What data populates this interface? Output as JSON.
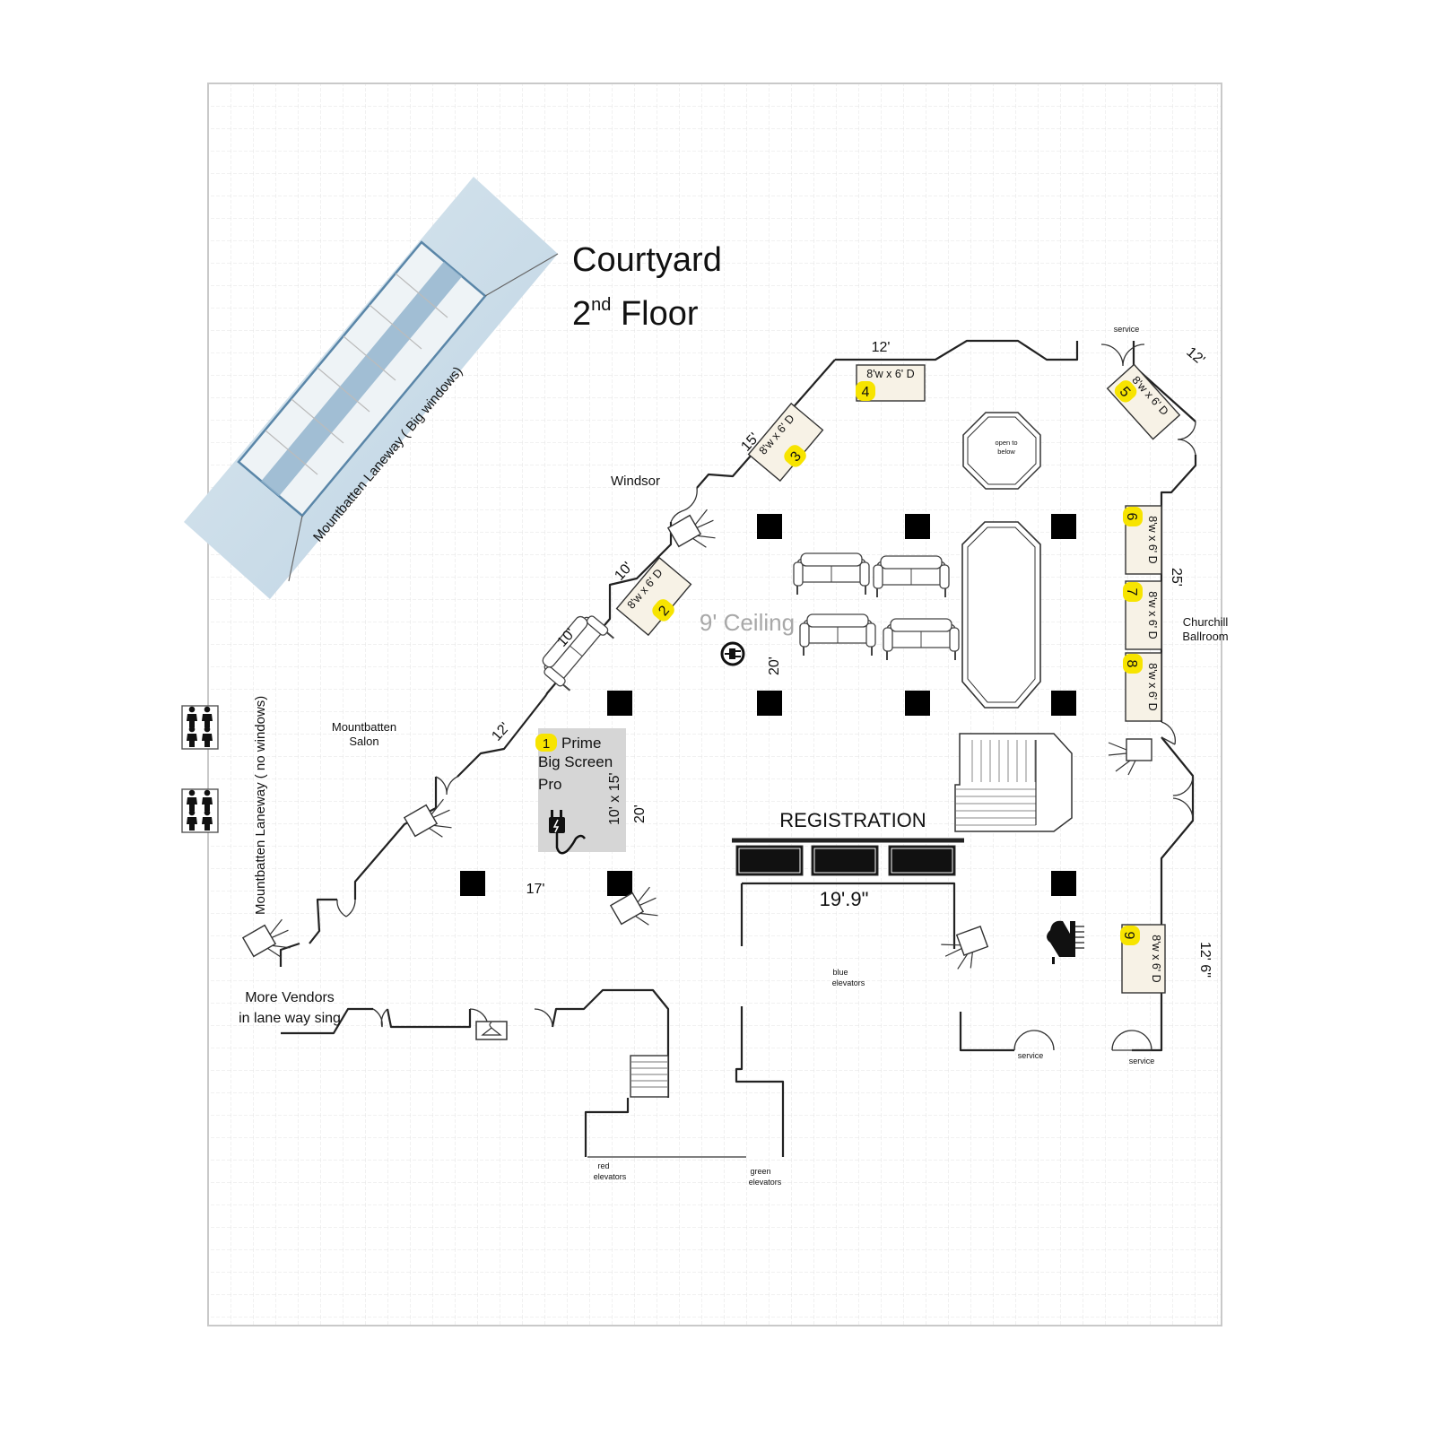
{
  "title": {
    "line1": "Courtyard",
    "line2_num": "2",
    "line2_sup": "nd",
    "line2_rest": " Floor"
  },
  "areas": {
    "laneway_big": "Mountbatten Laneway ( Big windows)",
    "laneway_no": "Mountbatten Laneway ( no windows)",
    "windsor": "Windsor",
    "salon_1": "Mountbatten",
    "salon_2": "Salon",
    "churchill_1": "Churchill",
    "churchill_2": "Ballroom",
    "ceiling": "9' Ceiling",
    "registration": "REGISTRATION",
    "open_1": "open to",
    "open_2": "below",
    "vendors_1": "More Vendors",
    "vendors_2": "in lane way sing",
    "service": "service",
    "blue_1": "blue",
    "red_1": "red",
    "green_1": "green",
    "elevators": "elevators"
  },
  "booths": [
    {
      "number": "1",
      "size": "8'w x 6' D"
    },
    {
      "number": "2",
      "size": "8'w x 6' D"
    },
    {
      "number": "3",
      "size": "8'w x 6' D"
    },
    {
      "number": "4",
      "size": "8'w x 6' D"
    },
    {
      "number": "5",
      "size": "8'w x 6' D"
    },
    {
      "number": "6",
      "size": "8'w x 6' D"
    },
    {
      "number": "7",
      "size": "8'w x 6' D"
    },
    {
      "number": "8",
      "size": "8'w x 6' D"
    },
    {
      "number": "9",
      "size": "8'w x 6' D"
    }
  ],
  "prime": {
    "number": "1",
    "line1": "Prime",
    "line2": "Big Screen",
    "line3": "Pro",
    "size": "10' x 15'"
  },
  "dimensions": {
    "d12a": "12'",
    "d12b": "12'",
    "d15": "15'",
    "d10a": "10'",
    "d10b": "10'",
    "d12c": "12'",
    "d20a": "20'",
    "d20b": "20'",
    "d17": "17'",
    "d25": "25'",
    "d199": "19'.9\"",
    "d126": "12' 6\""
  },
  "icons": {
    "plug": "power-plug-icon",
    "outlet": "power-outlet-icon",
    "restroom": "restroom-icon",
    "piano": "grand-piano-icon",
    "sofa": "sofa-icon",
    "spotlight": "spotlight-icon",
    "coat": "coat-hanger-icon"
  },
  "colors": {
    "highlight": "#f7e400",
    "table": "#f7f2e6",
    "prime_area": "#d6d6d6",
    "grid": "#e3e3e3",
    "glass": "#c9dce8"
  }
}
